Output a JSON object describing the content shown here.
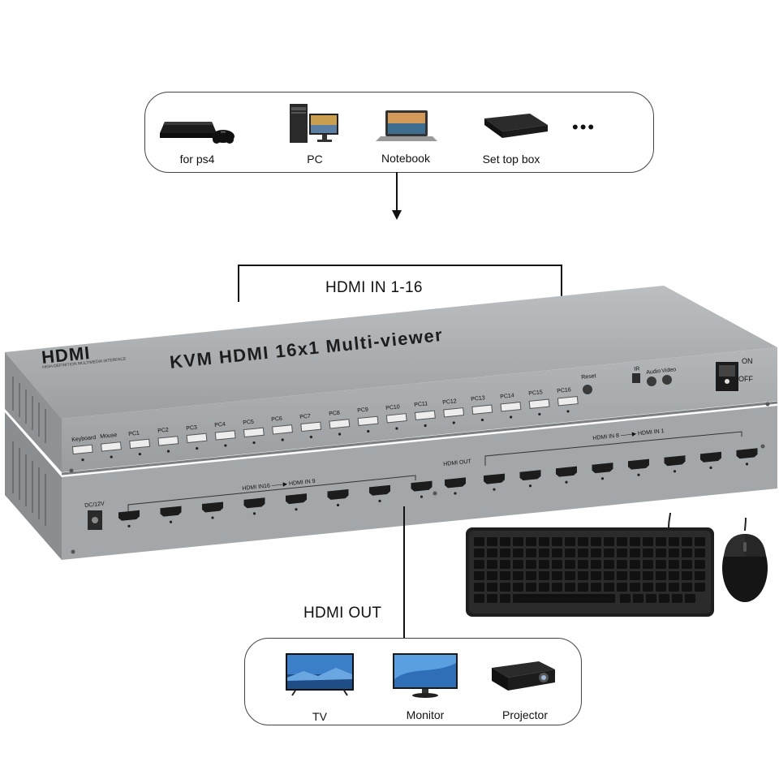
{
  "top_devices": {
    "items": [
      {
        "label": "for ps4",
        "icon": "game-console-icon"
      },
      {
        "label": "PC",
        "icon": "desktop-pc-icon"
      },
      {
        "label": "Notebook",
        "icon": "laptop-icon"
      },
      {
        "label": "Set top box",
        "icon": "set-top-box-icon"
      }
    ],
    "more": "•••"
  },
  "input_label": "HDMI IN 1-16",
  "output_label": "HDMI OUT",
  "device": {
    "brand": "HDMI",
    "brand_tagline": "HIGH-DEFINITION MULTIMEDIA INTERFACE",
    "title": "KVM HDMI 16x1 Multi-viewer",
    "front_ports": [
      "Keyboard",
      "Mouse",
      "PC1",
      "PC2",
      "PC3",
      "PC4",
      "PC5",
      "PC6",
      "PC7",
      "PC8",
      "PC9",
      "PC10",
      "PC11",
      "PC12",
      "PC13",
      "PC14",
      "PC15",
      "PC16"
    ],
    "reset_label": "Reset",
    "ir_label": "IR",
    "audio_label": "Audio",
    "video_label": "Video",
    "on_label": "ON",
    "off_label": "OFF",
    "rear_dc_label": "DC/12V",
    "rear_group_left": "HDMI IN16 ——▶ HDMI IN 9",
    "rear_hdmi_out": "HDMI OUT",
    "rear_group_right": "HDMI IN 8 ——▶ HDMI IN 1"
  },
  "bottom_devices": {
    "items": [
      {
        "label": "TV",
        "icon": "tv-icon"
      },
      {
        "label": "Monitor",
        "icon": "monitor-icon"
      },
      {
        "label": "Projector",
        "icon": "projector-icon"
      }
    ]
  },
  "accessories": [
    {
      "icon": "keyboard-icon"
    },
    {
      "icon": "mouse-icon"
    }
  ],
  "colors": {
    "chassis": "#a7aaad",
    "chassis_dark": "#8d9093",
    "accent_blue": "#2a78c8"
  }
}
